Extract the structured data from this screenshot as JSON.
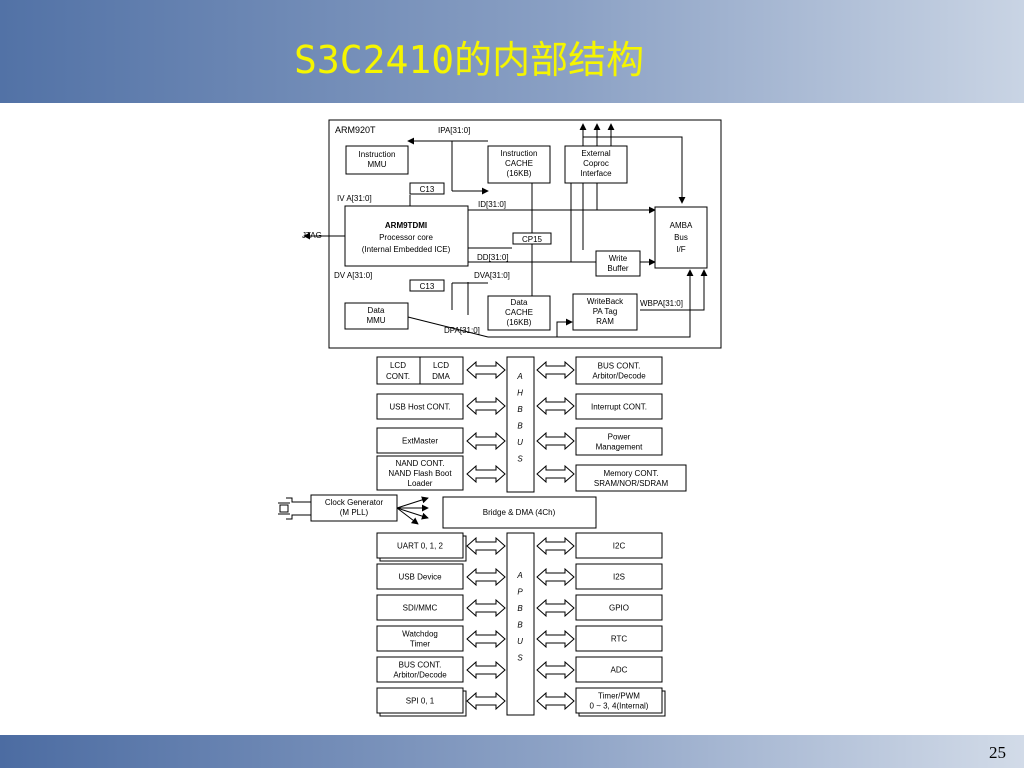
{
  "slide": {
    "title": "S3C2410的内部结构",
    "page_number": "25"
  },
  "colors": {
    "title": "#f5f500",
    "bar_dark": "#5272a6",
    "bar_light": "#c9d4e4"
  },
  "core": {
    "label": "ARM920T",
    "ipa": "IPA[31:0]",
    "instr_mmu": [
      "Instruction",
      "MMU"
    ],
    "instr_cache": [
      "Instruction",
      "CACHE",
      "(16KB)"
    ],
    "ext_coproc": [
      "External",
      "Coproc",
      "Interface"
    ],
    "c13_top": "C13",
    "iva": "IV A[31:0]",
    "id": "ID[31:0]",
    "arm9": [
      "ARM9TDMI",
      "Processor core",
      "(Internal Embedded ICE)"
    ],
    "jtag": "JTAG",
    "cp15": "CP15",
    "amba": [
      "AMBA",
      "Bus",
      "I/F"
    ],
    "dd": "DD[31:0]",
    "write_buffer": [
      "Write",
      "Buffer"
    ],
    "dva_left": "DV A[31:0]",
    "dva_right": "DVA[31:0]",
    "c13_bottom": "C13",
    "data_mmu": [
      "Data",
      "MMU"
    ],
    "data_cache": [
      "Data",
      "CACHE",
      "(16KB)"
    ],
    "writeback": [
      "WriteBack",
      "PA Tag",
      "RAM"
    ],
    "wbpa": "WBPA[31:0]",
    "dpa": "DPA[31:0]"
  },
  "ahb": {
    "bus_letters": [
      "A",
      "H",
      "B",
      "B",
      "U",
      "S"
    ],
    "lcd_cont": [
      "LCD",
      "CONT."
    ],
    "lcd_dma": [
      "LCD",
      "DMA"
    ],
    "left": [
      [
        "USB Host CONT."
      ],
      [
        "ExtMaster"
      ],
      [
        "NAND CONT.",
        "NAND Flash Boot",
        "Loader"
      ]
    ],
    "right": [
      [
        "BUS CONT.",
        "Arbitor/Decode"
      ],
      [
        "Interrupt CONT."
      ],
      [
        "Power",
        "Management"
      ],
      [
        "Memory CONT.",
        "SRAM/NOR/SDRAM"
      ]
    ]
  },
  "clock": {
    "label": [
      "Clock Generator",
      "(M PLL)"
    ],
    "bridge": "Bridge & DMA (4Ch)"
  },
  "apb": {
    "bus_letters": [
      "A",
      "P",
      "B",
      "B",
      "U",
      "S"
    ],
    "left": [
      [
        "UART 0, 1, 2"
      ],
      [
        "USB Device"
      ],
      [
        "SDI/MMC"
      ],
      [
        "Watchdog",
        "Timer"
      ],
      [
        "BUS CONT.",
        "Arbitor/Decode"
      ],
      [
        "SPI 0, 1"
      ]
    ],
    "right": [
      [
        "I2C"
      ],
      [
        "I2S"
      ],
      [
        "GPIO"
      ],
      [
        "RTC"
      ],
      [
        "ADC"
      ],
      [
        "Timer/PWM",
        "0 ~ 3, 4(Internal)"
      ]
    ]
  }
}
